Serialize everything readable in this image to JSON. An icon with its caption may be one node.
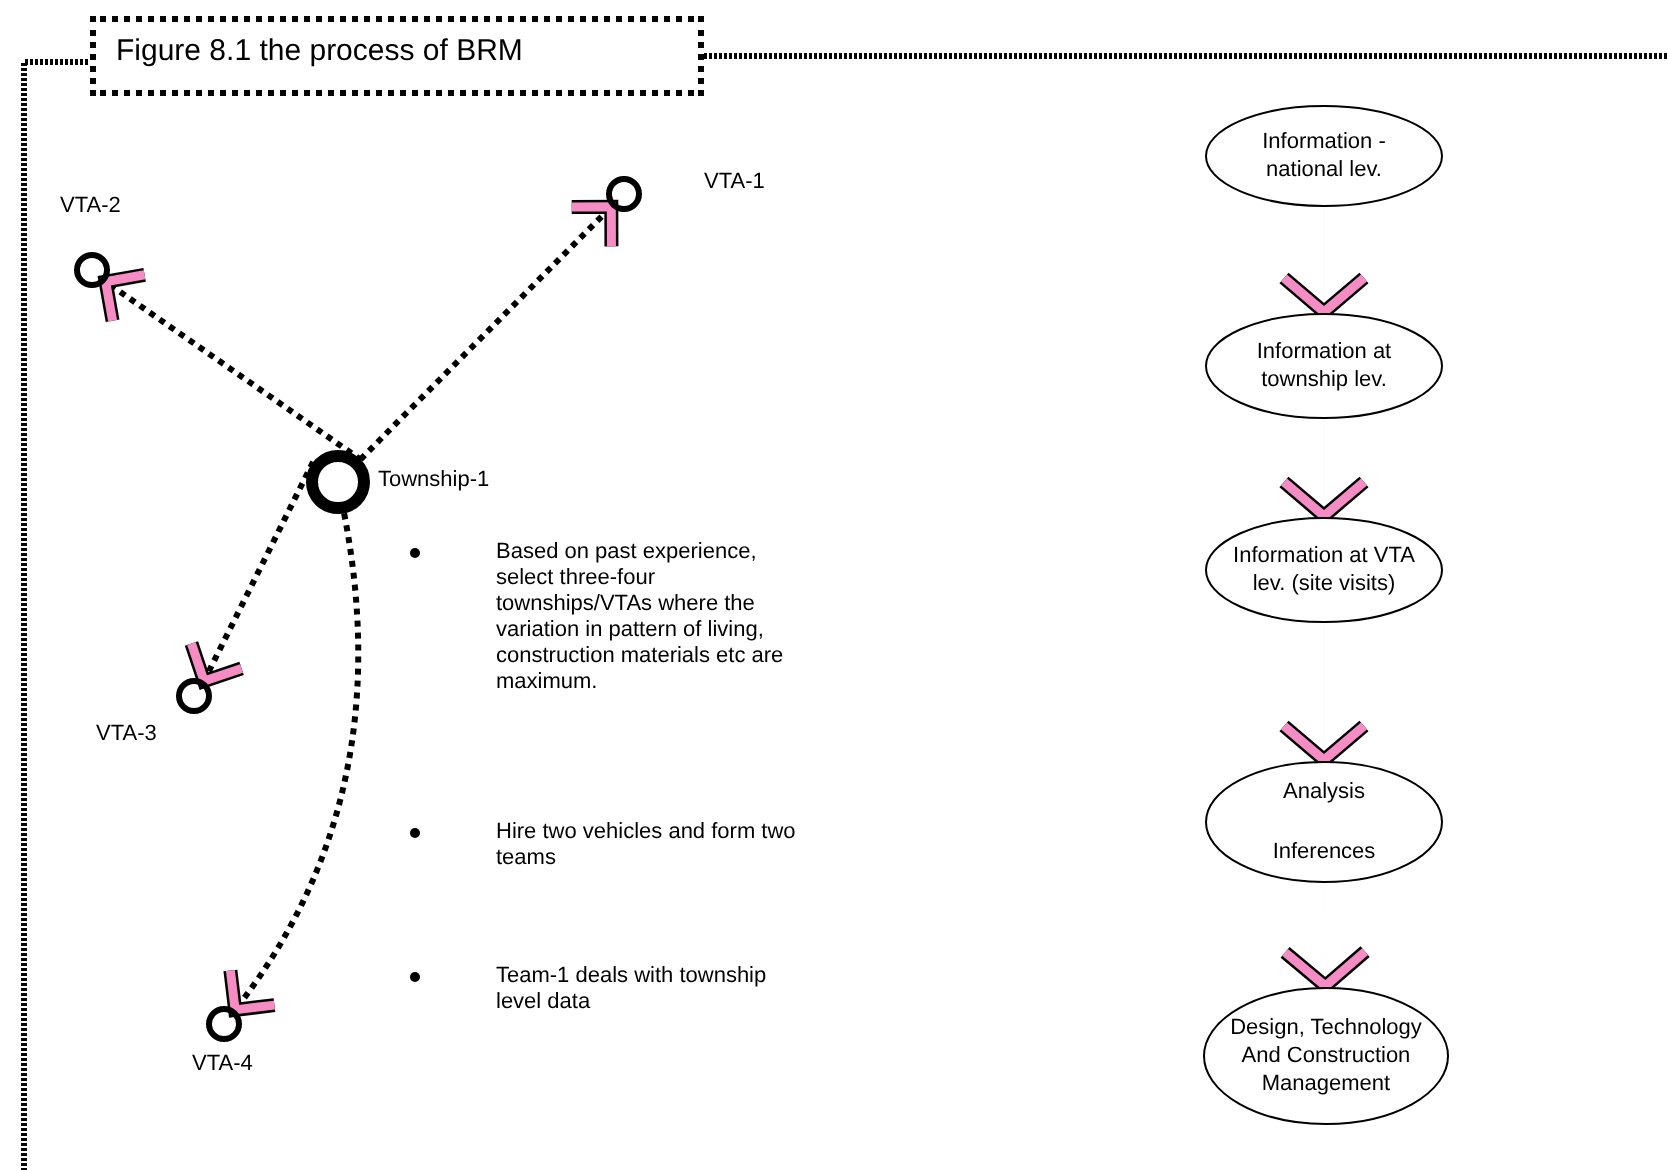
{
  "diagram": {
    "title": "Figure 8.1 the process of BRM",
    "nodes": [
      {
        "text": [],
        "shape": "circle",
        "beside": [
          "Township-1"
        ]
      },
      {
        "text": [],
        "shape": "circle",
        "beside": [
          "VTA-1"
        ]
      },
      {
        "text": [],
        "shape": "circle",
        "beside": [
          "VTA-2"
        ]
      },
      {
        "text": [],
        "shape": "circle",
        "beside": [
          "VTA-3"
        ]
      },
      {
        "text": [],
        "shape": "circle",
        "beside": [
          "VTA-4"
        ]
      },
      {
        "text": [
          "Information - national lev."
        ]
      },
      {
        "text": [
          "Information at township lev."
        ]
      },
      {
        "text": [
          "Information at VTA lev. (site visits)"
        ]
      },
      {
        "text": [
          "Analysis",
          "Inferences"
        ]
      },
      {
        "text": [
          "Design, Technology And Construction Management"
        ]
      }
    ],
    "edges": [
      {
        "from": 0,
        "to": 1,
        "arrow": "to",
        "style": "dashed"
      },
      {
        "from": 0,
        "to": 2,
        "arrow": "to",
        "style": "dashed"
      },
      {
        "from": 0,
        "to": 3,
        "arrow": "to",
        "style": "dashed"
      },
      {
        "from": 0,
        "to": 4,
        "arrow": "to",
        "style": "dashed"
      },
      {
        "from": 5,
        "to": 6,
        "arrow": "to"
      },
      {
        "from": 6,
        "to": 7,
        "arrow": "to"
      },
      {
        "from": 7,
        "to": 8,
        "arrow": "to"
      },
      {
        "from": 8,
        "to": 9,
        "arrow": "to"
      }
    ],
    "labels": [
      "Based on past experience, select three-four townships/VTAs where the variation in pattern of living, construction materials etc are maximum.",
      "Hire two vehicles and form two teams",
      "Team-1 deals with township level data"
    ]
  }
}
